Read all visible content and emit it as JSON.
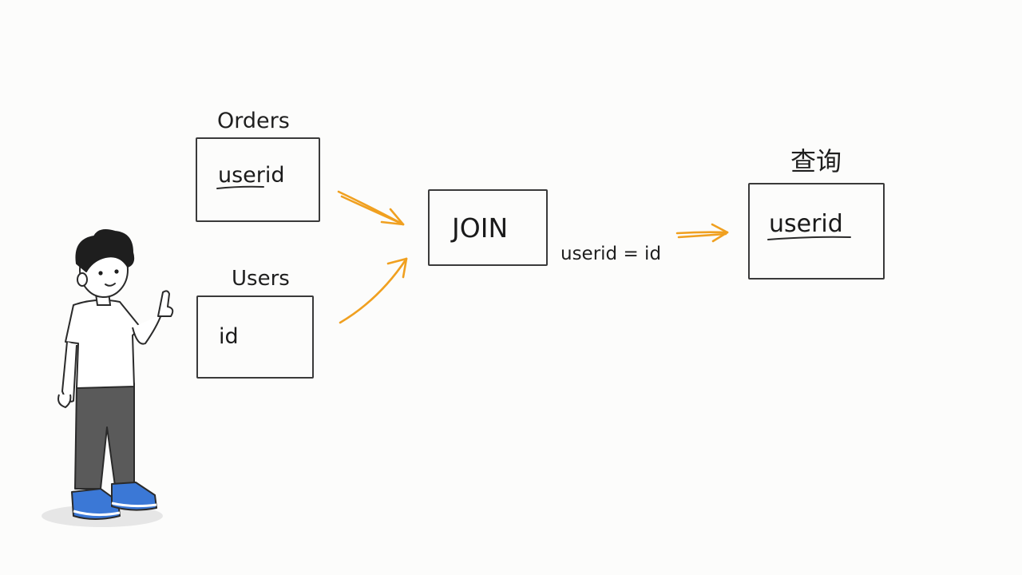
{
  "tables": {
    "orders": {
      "title": "Orders",
      "field": "userid"
    },
    "users": {
      "title": "Users",
      "field": "id"
    }
  },
  "join": {
    "label": "JOIN",
    "condition": "userid = id"
  },
  "result": {
    "title": "查询",
    "field": "userid"
  },
  "colors": {
    "arrow": "#f0a020",
    "box_border": "#3a3a3a",
    "shoe": "#3b78d6",
    "pants": "#555555"
  },
  "icons": {
    "presenter": "cartoon-person-pointing-icon"
  }
}
